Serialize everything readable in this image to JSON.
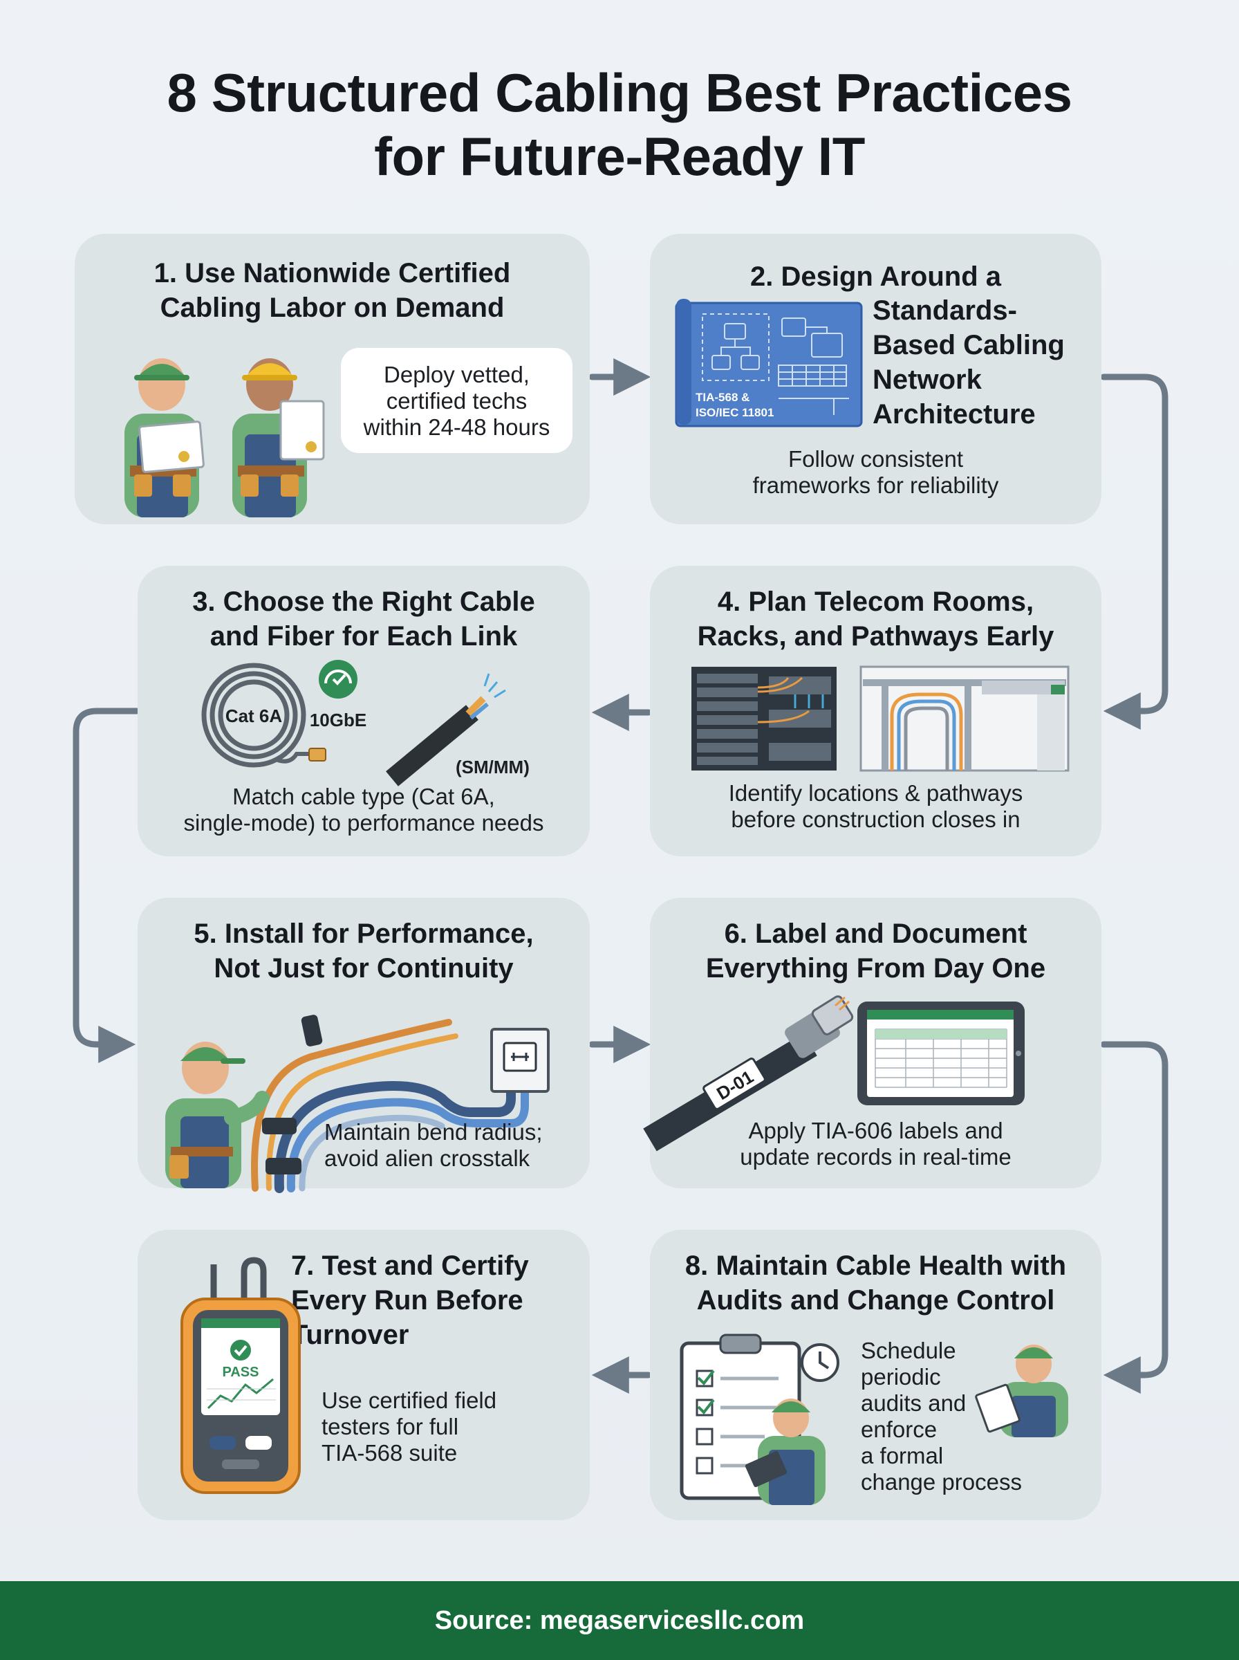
{
  "title": {
    "line1": "8 Structured Cabling Best Practices",
    "line2": "for Future-Ready IT"
  },
  "cards": [
    {
      "title_lines": [
        "1. Use Nationwide Certified",
        "Cabling Labor on Demand"
      ],
      "desc_lines": [
        "Deploy vetted,",
        "certified techs",
        "within 24-48 hours"
      ],
      "icon": "two-technicians-with-certificates"
    },
    {
      "title_lines": [
        "2. Design Around a",
        "Standards-",
        "Based Cabling",
        "Network",
        "Architecture"
      ],
      "desc_lines": [
        "Follow consistent",
        "frameworks for reliability"
      ],
      "blueprint_label": [
        "TIA-568 &",
        "ISO/IEC 11801"
      ],
      "icon": "network-blueprint"
    },
    {
      "title_lines": [
        "3. Choose the Right Cable",
        "and Fiber for Each Link"
      ],
      "desc_lines": [
        "Match cable type (Cat 6A,",
        "single-mode) to performance needs"
      ],
      "cable_label": "Cat 6A",
      "speed_label": "10GbE",
      "fiber_label": "(SM/MM)",
      "icon": "cable-and-fiber"
    },
    {
      "title_lines": [
        "4. Plan Telecom Rooms,",
        "Racks, and Pathways Early"
      ],
      "desc_lines": [
        "Identify locations & pathways",
        "before construction closes in"
      ],
      "icon": "server-racks-and-pathways"
    },
    {
      "title_lines": [
        "5. Install for Performance,",
        "Not Just for Continuity"
      ],
      "desc_lines": [
        "Maintain bend radius;",
        "avoid alien crosstalk"
      ],
      "icon": "technician-routing-cables"
    },
    {
      "title_lines": [
        "6. Label and Document",
        "Everything From Day One"
      ],
      "desc_lines": [
        "Apply TIA-606 labels and",
        "update records in real-time"
      ],
      "tag_label": "D-01",
      "icon": "labeled-cable-and-tablet"
    },
    {
      "title_lines": [
        "7. Test and Certify",
        "Every Run Before",
        "Turnover"
      ],
      "desc_lines": [
        "Use certified field",
        "testers for full",
        "TIA-568 suite"
      ],
      "tester_label": "PASS",
      "icon": "cable-certification-tester"
    },
    {
      "title_lines": [
        "8. Maintain Cable Health with",
        "Audits and Change Control"
      ],
      "desc_lines": [
        "Schedule",
        "periodic",
        "audits and",
        "enforce",
        "a formal",
        "change process"
      ],
      "icon": "audit-checklist-and-technicians"
    }
  ],
  "footer": "Source: megaservicesllc.com",
  "colors": {
    "card": "#dde4e6",
    "arrow": "#6c7a88",
    "footer": "#176b3a",
    "technician_shirt": "#6fae78",
    "overalls": "#3c5a86",
    "blueprint": "#4f7fc9"
  }
}
